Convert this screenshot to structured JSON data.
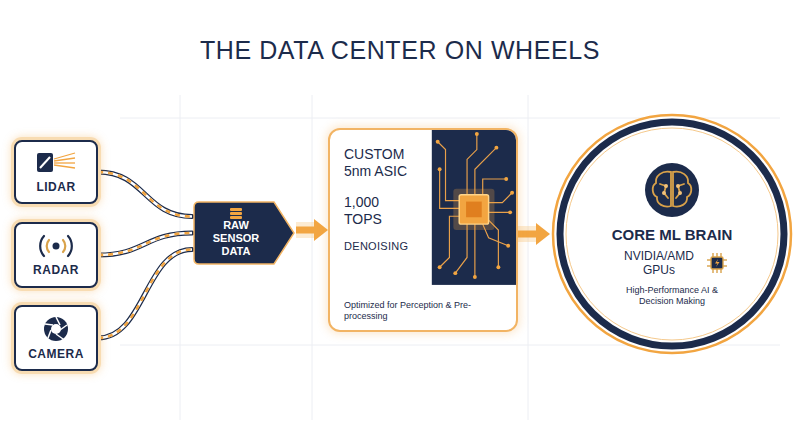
{
  "diagram": {
    "title": "THE DATA CENTER ON WHEELS",
    "nodes": [
      {
        "text": [
          "LIDAR"
        ]
      },
      {
        "text": [
          "RADAR"
        ]
      },
      {
        "text": [
          "CAMERA"
        ]
      },
      {
        "text": [
          "RAW SENSOR DATA"
        ]
      },
      {
        "text": [
          "CUSTOM 5nm ASIC",
          "1,000 TOPS",
          "DENOISING",
          "Optimized for Perception & Pre-processing"
        ]
      },
      {
        "text": [
          "CORE ML BRAIN",
          "NVIDIA/AMD GPUs",
          "High-Performance AI & Decision Making"
        ]
      }
    ],
    "edges": [
      {
        "from": 0,
        "to": 3,
        "arrow": "none"
      },
      {
        "from": 1,
        "to": 3,
        "arrow": "none"
      },
      {
        "from": 2,
        "to": 3,
        "arrow": "none"
      },
      {
        "from": 3,
        "to": 4,
        "arrow": "to"
      },
      {
        "from": 4,
        "to": 5,
        "arrow": "to"
      }
    ]
  }
}
